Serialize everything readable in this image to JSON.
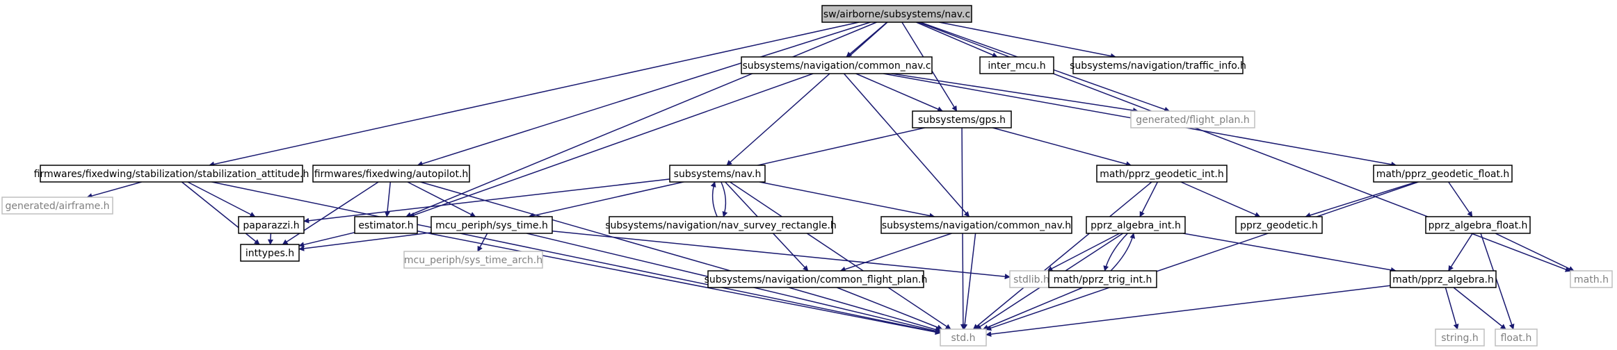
{
  "graph": {
    "colors": {
      "edge": "#191970",
      "node_border": "#000000",
      "missing_border": "#bfbfbf",
      "root_fill": "#bfbfbf",
      "text": "#000000",
      "missing_text": "#7f7f7f"
    },
    "nodes": [
      {
        "id": "navc",
        "label": "sw/airborne/subsystems/nav.c",
        "style": "root"
      },
      {
        "id": "common_nav_c",
        "label": "subsystems/navigation/common_nav.c",
        "style": "normal"
      },
      {
        "id": "inter_mcu",
        "label": "inter_mcu.h",
        "style": "normal"
      },
      {
        "id": "traffic_info",
        "label": "subsystems/navigation/traffic_info.h",
        "style": "normal"
      },
      {
        "id": "flight_plan",
        "label": "generated/flight_plan.h",
        "style": "missing"
      },
      {
        "id": "gps",
        "label": "subsystems/gps.h",
        "style": "normal"
      },
      {
        "id": "stab_att",
        "label": "firmwares/fixedwing/stabilization/stabilization_attitude.h",
        "style": "normal"
      },
      {
        "id": "autopilot",
        "label": "firmwares/fixedwing/autopilot.h",
        "style": "normal"
      },
      {
        "id": "nav_h",
        "label": "subsystems/nav.h",
        "style": "normal"
      },
      {
        "id": "geo_int",
        "label": "math/pprz_geodetic_int.h",
        "style": "normal"
      },
      {
        "id": "geo_float",
        "label": "math/pprz_geodetic_float.h",
        "style": "normal"
      },
      {
        "id": "airframe",
        "label": "generated/airframe.h",
        "style": "missing"
      },
      {
        "id": "paparazzi",
        "label": "paparazzi.h",
        "style": "normal"
      },
      {
        "id": "estimator",
        "label": "estimator.h",
        "style": "normal"
      },
      {
        "id": "sys_time",
        "label": "mcu_periph/sys_time.h",
        "style": "normal"
      },
      {
        "id": "survey_rect",
        "label": "subsystems/navigation/nav_survey_rectangle.h",
        "style": "normal"
      },
      {
        "id": "common_nav_h",
        "label": "subsystems/navigation/common_nav.h",
        "style": "normal"
      },
      {
        "id": "alg_int",
        "label": "pprz_algebra_int.h",
        "style": "normal"
      },
      {
        "id": "geodetic",
        "label": "pprz_geodetic.h",
        "style": "normal"
      },
      {
        "id": "alg_float",
        "label": "pprz_algebra_float.h",
        "style": "normal"
      },
      {
        "id": "inttypes",
        "label": "inttypes.h",
        "style": "normal"
      },
      {
        "id": "sys_time_arch",
        "label": "mcu_periph/sys_time_arch.h",
        "style": "missing"
      },
      {
        "id": "common_fp",
        "label": "subsystems/navigation/common_flight_plan.h",
        "style": "normal"
      },
      {
        "id": "stdlib",
        "label": "stdlib.h",
        "style": "missing"
      },
      {
        "id": "trig_int",
        "label": "math/pprz_trig_int.h",
        "style": "normal"
      },
      {
        "id": "algebra",
        "label": "math/pprz_algebra.h",
        "style": "normal"
      },
      {
        "id": "math",
        "label": "math.h",
        "style": "missing"
      },
      {
        "id": "std",
        "label": "std.h",
        "style": "missing"
      },
      {
        "id": "string",
        "label": "string.h",
        "style": "missing"
      },
      {
        "id": "float",
        "label": "float.h",
        "style": "missing"
      }
    ],
    "edges": [
      [
        "navc",
        "common_nav_c"
      ],
      [
        "navc",
        "inter_mcu"
      ],
      [
        "navc",
        "traffic_info"
      ],
      [
        "navc",
        "flight_plan"
      ],
      [
        "navc",
        "gps"
      ],
      [
        "navc",
        "stab_att"
      ],
      [
        "navc",
        "autopilot"
      ],
      [
        "navc",
        "nav_h"
      ],
      [
        "navc",
        "estimator"
      ],
      [
        "navc",
        "math"
      ],
      [
        "common_nav_c",
        "flight_plan"
      ],
      [
        "common_nav_c",
        "gps"
      ],
      [
        "common_nav_c",
        "estimator"
      ],
      [
        "common_nav_c",
        "geo_float"
      ],
      [
        "common_nav_c",
        "common_nav_h"
      ],
      [
        "gps",
        "sys_time"
      ],
      [
        "gps",
        "geo_int"
      ],
      [
        "gps",
        "std"
      ],
      [
        "stab_att",
        "airframe"
      ],
      [
        "stab_att",
        "paparazzi"
      ],
      [
        "stab_att",
        "inttypes"
      ],
      [
        "stab_att",
        "std"
      ],
      [
        "autopilot",
        "estimator"
      ],
      [
        "autopilot",
        "sys_time"
      ],
      [
        "autopilot",
        "inttypes"
      ],
      [
        "autopilot",
        "std"
      ],
      [
        "nav_h",
        "paparazzi"
      ],
      [
        "nav_h",
        "survey_rect"
      ],
      [
        "nav_h",
        "common_nav_h"
      ],
      [
        "nav_h",
        "common_fp"
      ],
      [
        "nav_h",
        "std"
      ],
      [
        "survey_rect",
        "nav_h"
      ],
      [
        "geo_int",
        "alg_int"
      ],
      [
        "geo_int",
        "geodetic"
      ],
      [
        "geo_int",
        "std"
      ],
      [
        "geo_float",
        "geodetic"
      ],
      [
        "geo_float",
        "alg_float"
      ],
      [
        "geo_float",
        "std"
      ],
      [
        "paparazzi",
        "inttypes"
      ],
      [
        "estimator",
        "inttypes"
      ],
      [
        "estimator",
        "std"
      ],
      [
        "sys_time",
        "inttypes"
      ],
      [
        "sys_time",
        "sys_time_arch"
      ],
      [
        "sys_time",
        "stdlib"
      ],
      [
        "sys_time",
        "std"
      ],
      [
        "common_nav_h",
        "common_fp"
      ],
      [
        "common_nav_h",
        "std"
      ],
      [
        "alg_int",
        "stdlib"
      ],
      [
        "alg_int",
        "trig_int"
      ],
      [
        "alg_int",
        "algebra"
      ],
      [
        "alg_int",
        "std"
      ],
      [
        "trig_int",
        "alg_int"
      ],
      [
        "trig_int",
        "std"
      ],
      [
        "alg_float",
        "algebra"
      ],
      [
        "alg_float",
        "math"
      ],
      [
        "alg_float",
        "float"
      ],
      [
        "common_fp",
        "std"
      ],
      [
        "algebra",
        "std"
      ],
      [
        "algebra",
        "string"
      ],
      [
        "algebra",
        "float"
      ]
    ]
  }
}
